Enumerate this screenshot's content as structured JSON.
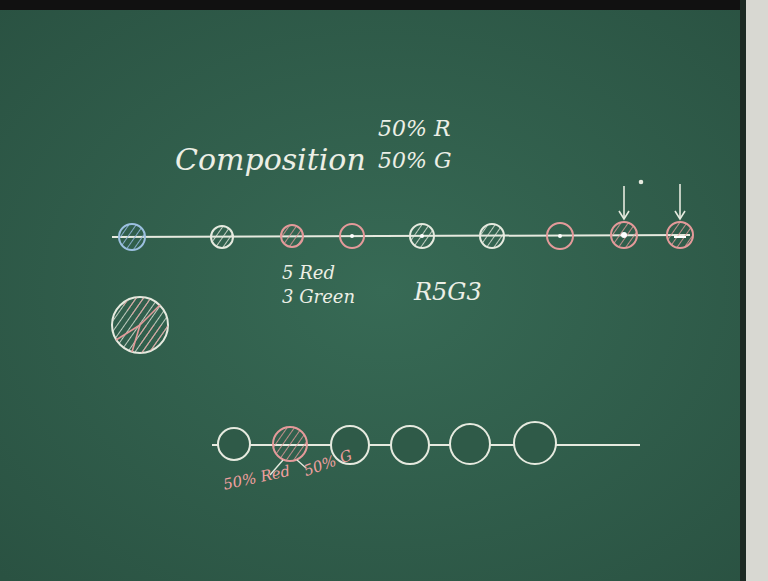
{
  "diagram": {
    "labels": [
      "Composition",
      "50% R",
      "50% G",
      "5 Red",
      "3 Green",
      "R5G3",
      "50% Red",
      "50% G"
    ]
  }
}
